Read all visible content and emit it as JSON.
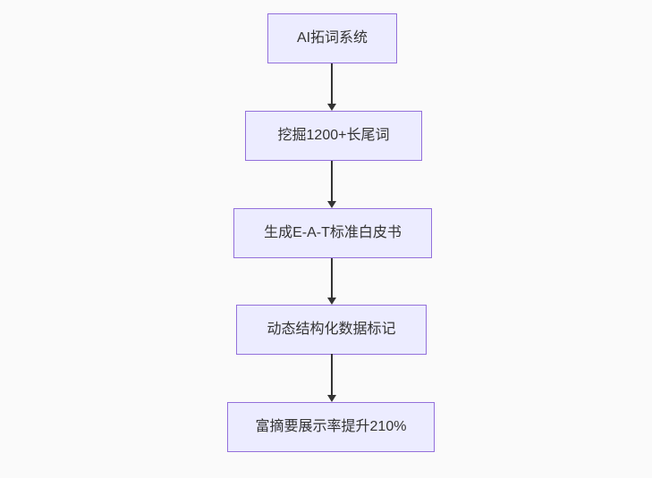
{
  "flowchart": {
    "type": "flowchart",
    "direction": "top-down",
    "nodes": [
      {
        "label": "AI拓词系统"
      },
      {
        "label": "挖掘1200+长尾词"
      },
      {
        "label": "生成E-A-T标准白皮书"
      },
      {
        "label": "动态结构化数据标记"
      },
      {
        "label": "富摘要展示率提升210%"
      }
    ],
    "edges": [
      {
        "from": 0,
        "to": 1,
        "style": "arrow-down"
      },
      {
        "from": 1,
        "to": 2,
        "style": "arrow-down"
      },
      {
        "from": 2,
        "to": 3,
        "style": "arrow-down"
      },
      {
        "from": 3,
        "to": 4,
        "style": "arrow-down"
      }
    ]
  },
  "colors": {
    "node_fill": "#ECECFF",
    "node_border": "#9370DB",
    "text": "#333333",
    "arrow": "#333333",
    "background": "#fafafa"
  }
}
